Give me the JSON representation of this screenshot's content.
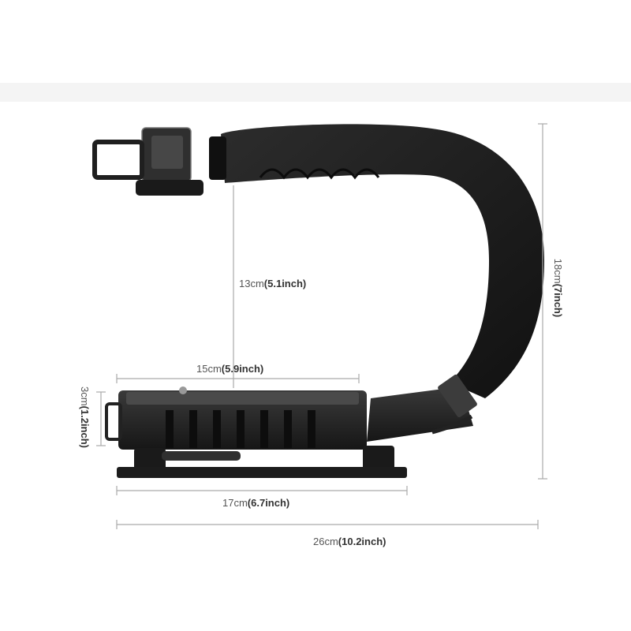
{
  "dimensions": {
    "height_13": {
      "cm": "13cm",
      "inch": "(5.1inch)"
    },
    "width_15": {
      "cm": "15cm",
      "inch": "(5.9inch)"
    },
    "height_3": {
      "cm": "3cm",
      "inch": "(1.2inch)"
    },
    "width_17": {
      "cm": "17cm",
      "inch": "(6.7inch)"
    },
    "width_26": {
      "cm": "26cm",
      "inch": "(10.2inch)"
    },
    "height_18": {
      "cm": "18cm",
      "inch": "(7inch)"
    }
  },
  "colors": {
    "foam": "#1b1b1b",
    "metal": "#2a2a2a",
    "line": "#aaaaaa"
  }
}
